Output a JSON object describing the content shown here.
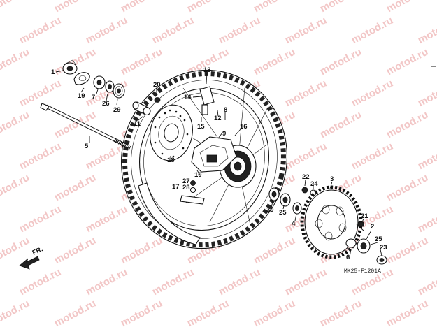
{
  "watermark": {
    "text": "motod.ru"
  },
  "diagram_code": "MK25-F1201A",
  "direction_label": "FR.",
  "part_labels": [
    "1",
    "19",
    "7",
    "26",
    "29",
    "20",
    "11",
    "5",
    "13",
    "14",
    "12",
    "8",
    "15",
    "9",
    "16",
    "18",
    "10",
    "27",
    "28",
    "17",
    "22",
    "24",
    "3",
    "30",
    "25",
    "4",
    "21",
    "2",
    "6",
    "25",
    "23"
  ]
}
